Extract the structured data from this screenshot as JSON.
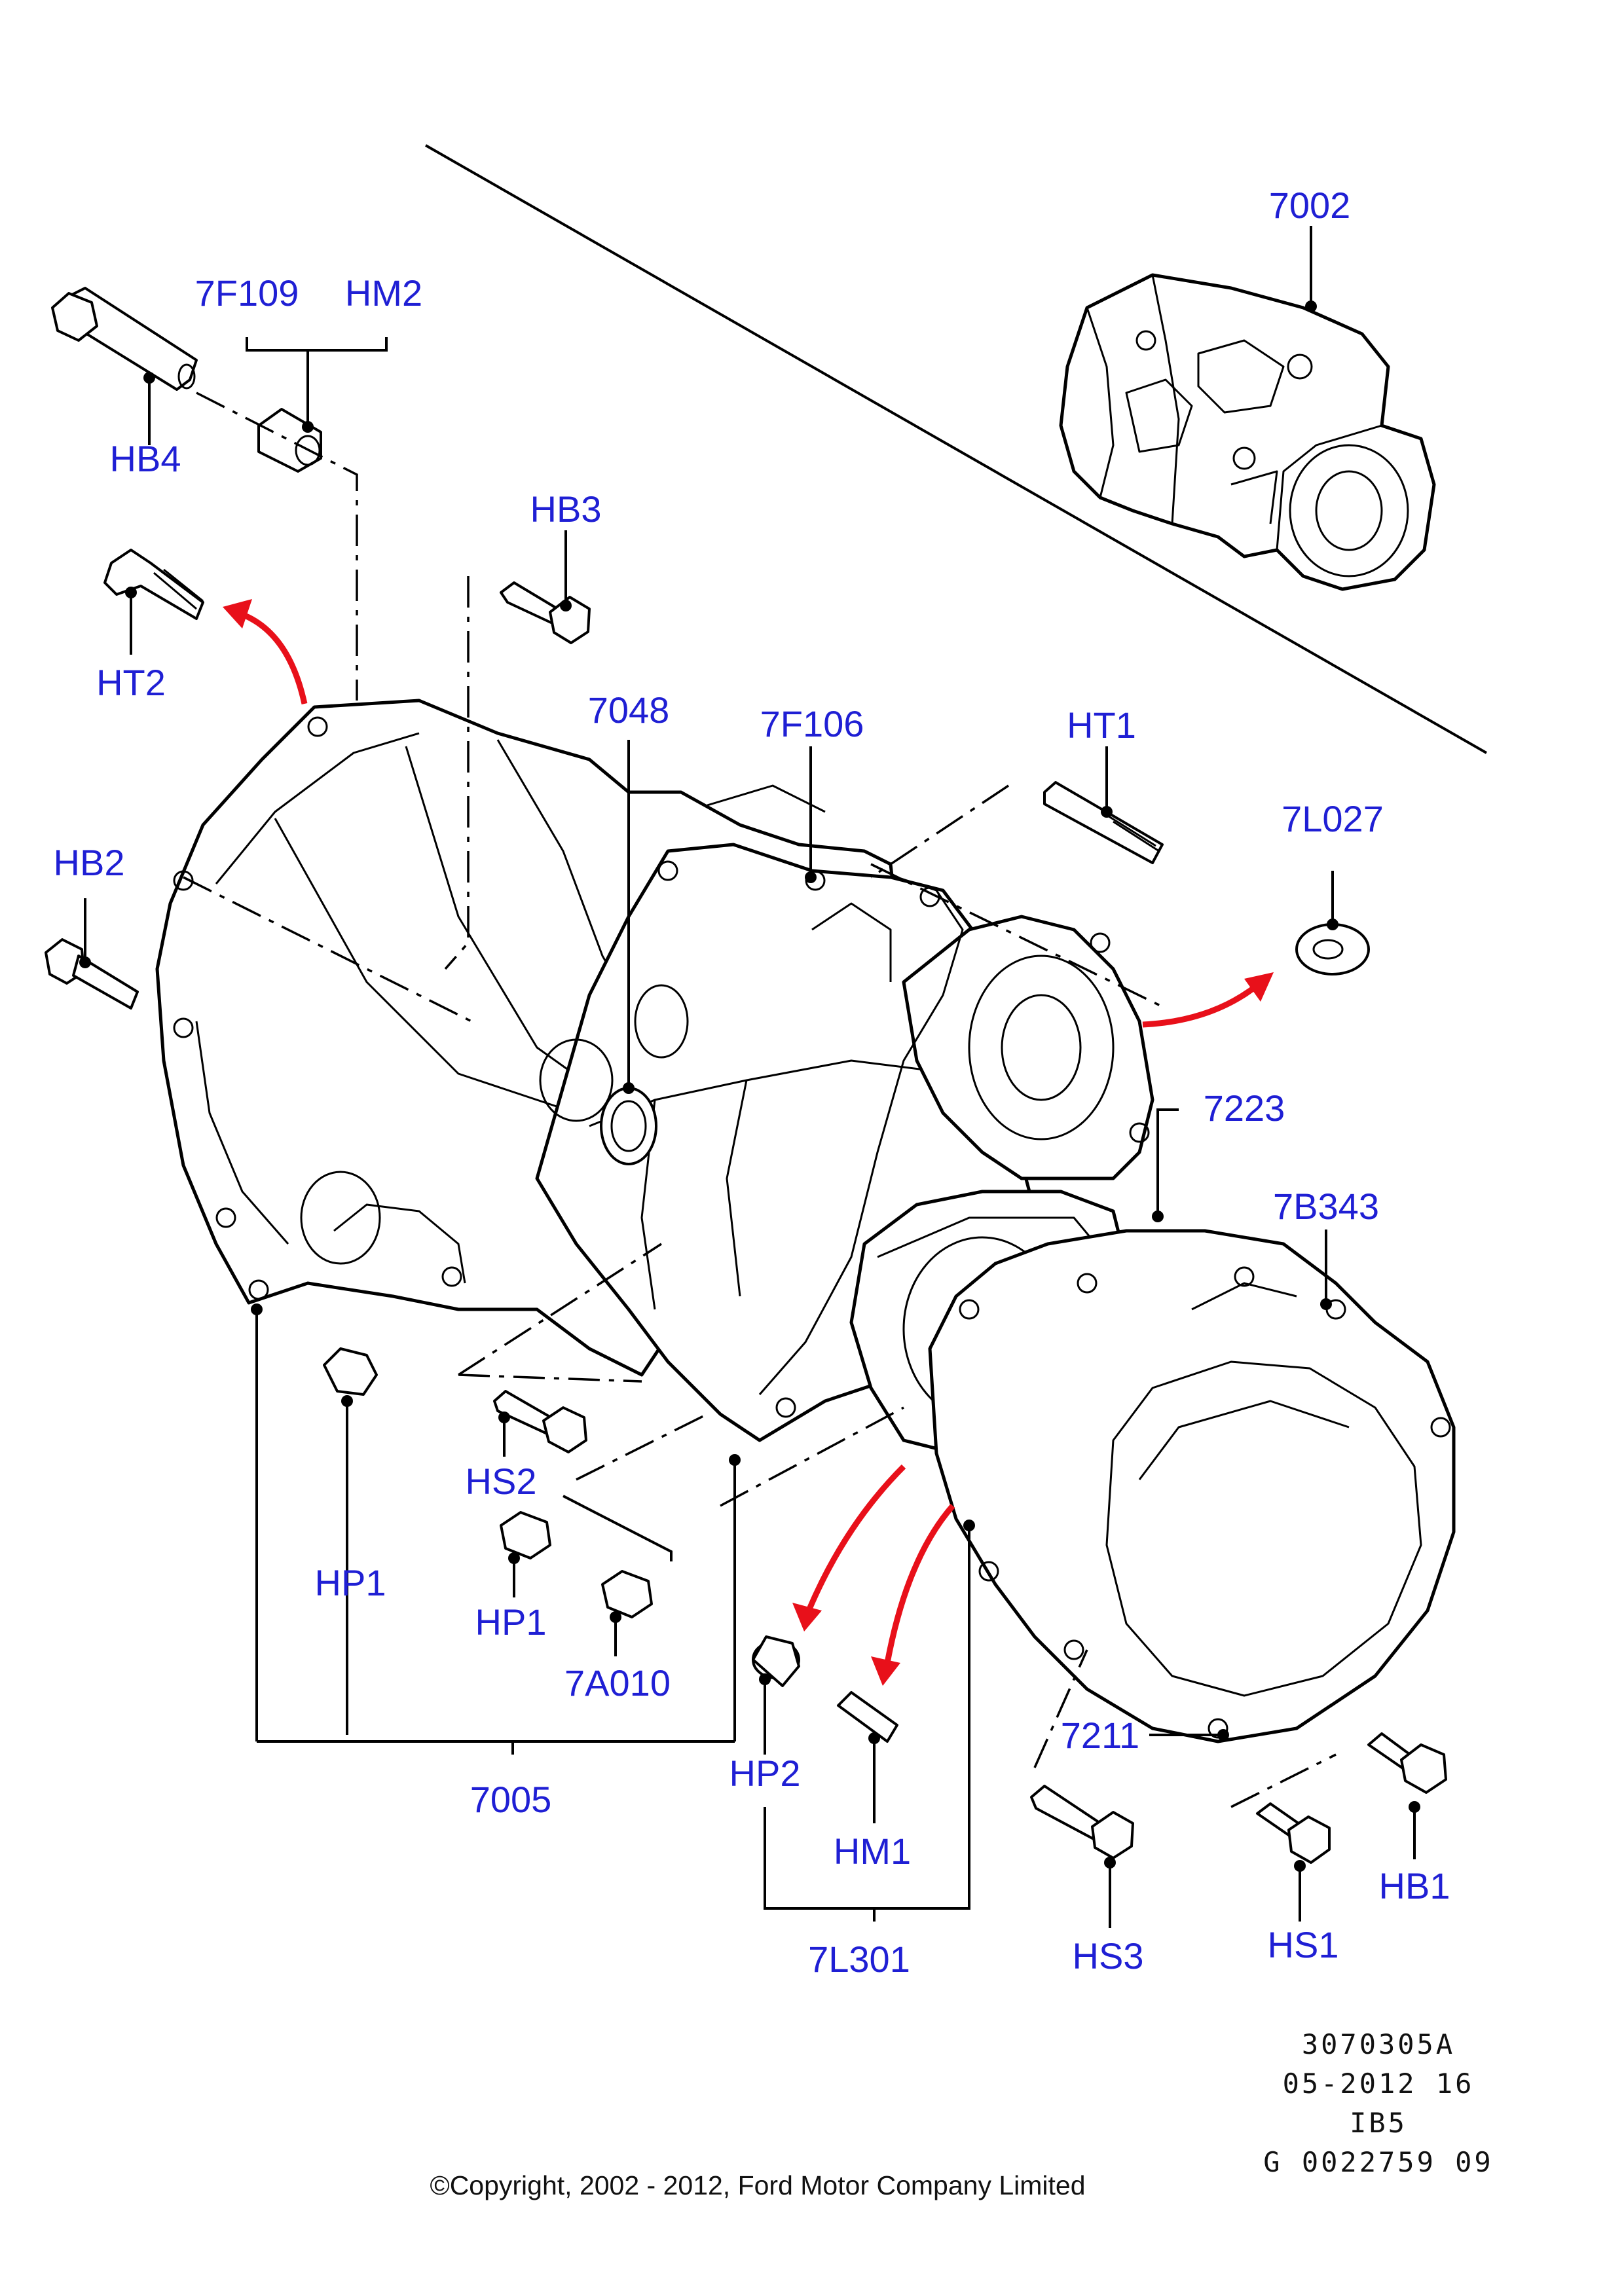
{
  "colors": {
    "label": "#1f1fd4",
    "arrow": "#e8101a",
    "line": "#000000"
  },
  "labels": {
    "7002": "7002",
    "7F109": "7F109",
    "HM2": "HM2",
    "HB4": "HB4",
    "HB3": "HB3",
    "HT2": "HT2",
    "7048": "7048",
    "7F106": "7F106",
    "HT1": "HT1",
    "7L027": "7L027",
    "HB2": "HB2",
    "7223": "7223",
    "7B343": "7B343",
    "HS2": "HS2",
    "HP1_left": "HP1",
    "HP1_mid": "HP1",
    "7A010": "7A010",
    "7005": "7005",
    "HP2": "HP2",
    "HM1": "HM1",
    "7211": "7211",
    "HB1": "HB1",
    "HS1": "HS1",
    "HS3": "HS3",
    "7L301": "7L301"
  },
  "reference": {
    "line1": "3070305A",
    "line2": "05-2012 16",
    "line3": "IB5",
    "line4": "G 0022759 09"
  },
  "copyright": "©Copyright, 2002 - 2012, Ford Motor Company Limited"
}
